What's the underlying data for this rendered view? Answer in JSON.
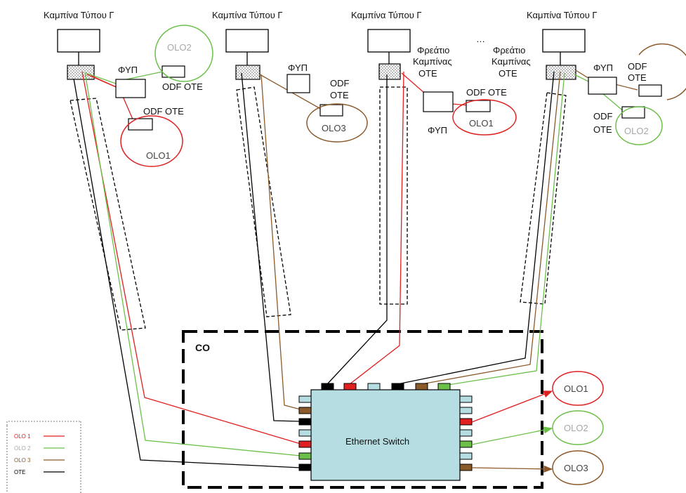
{
  "colors": {
    "olo1": "#e02020",
    "olo2": "#6cc04a",
    "olo3": "#8b5a2b",
    "ote": "#000000",
    "switch_fill": "#b5dde2",
    "olo2_text": "#a8a8a8",
    "olo_text": "#444444"
  },
  "cabinets": [
    {
      "title": "Καμπίνα Τύπου Γ"
    },
    {
      "title": "Καμπίνα Τύπου Γ"
    },
    {
      "title": "Καμπίνα Τύπου Γ"
    },
    {
      "title": "Καμπίνα Τύπου Γ"
    }
  ],
  "labels": {
    "fyp": "ΦΥΠ",
    "odf_ote": "ODF OTE",
    "odf": "ODF",
    "ote": "OTE",
    "freatio_1": "Φρεάτιο",
    "freatio_2": "Καμπίνας",
    "freatio_3": "OTE",
    "ellipsis": "…",
    "co": "CO",
    "switch": "Ethernet Switch"
  },
  "olos": {
    "olo1": "OLO1",
    "olo2": "OLO2",
    "olo3": "OLO3"
  },
  "legend": [
    {
      "label": "OLO 1",
      "color": "#e02020",
      "text_color": "#e02020"
    },
    {
      "label": "OLO 2",
      "color": "#6cc04a",
      "text_color": "#a8a8a8"
    },
    {
      "label": "OLO 3",
      "color": "#8b5a2b",
      "text_color": "#8b5a2b"
    },
    {
      "label": "OTE",
      "color": "#000000",
      "text_color": "#000000"
    }
  ]
}
